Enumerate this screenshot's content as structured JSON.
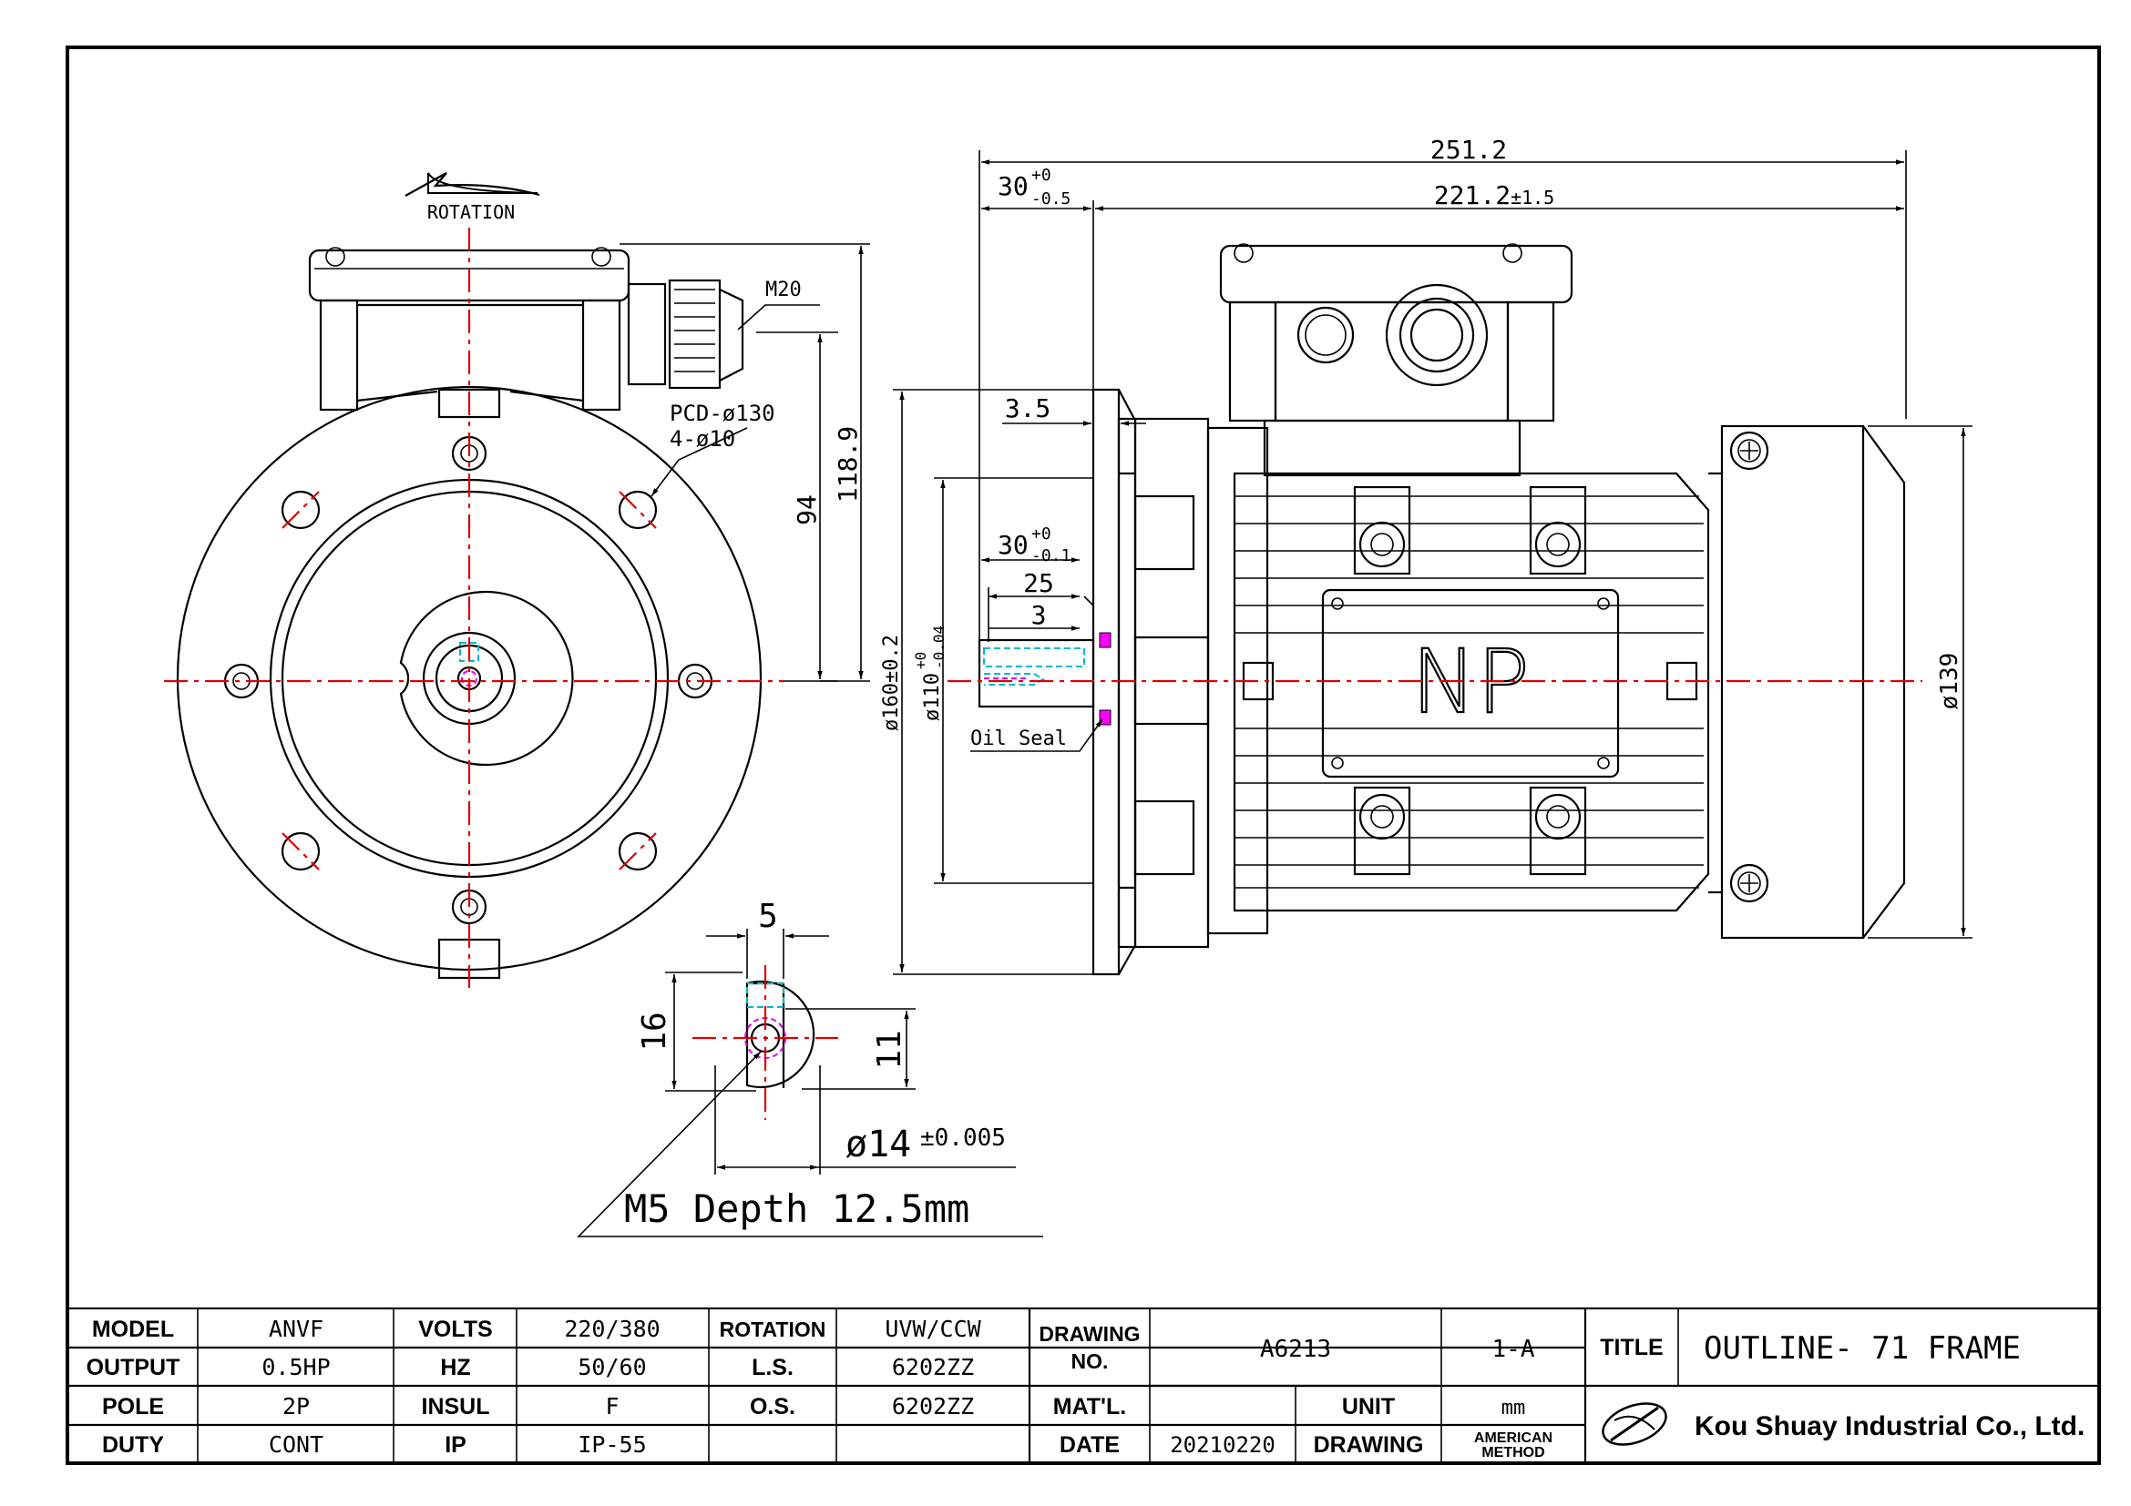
{
  "colors": {
    "outline": "#000000",
    "centerline": "#e00000",
    "hidden_cyan": "#00b8d0",
    "hidden_magenta": "#e000e0",
    "seal": "#ff00ff"
  },
  "front_view": {
    "rotation_label": "ROTATION",
    "cable_gland": "M20",
    "pcd": "PCD-ø130",
    "holes": "4-ø10",
    "dim_94": "94",
    "dim_118_9": "118.9"
  },
  "shaft_section": {
    "key_width": "5",
    "height": "16",
    "key_depth": "11",
    "dia": "ø14",
    "dia_tol": "±0.005",
    "thread": "M5 Depth 12.5mm"
  },
  "side_view": {
    "overall": "251.2",
    "body": "221.2",
    "body_tol": "±1.5",
    "shaft_len": "30",
    "shaft_tol_up": "+0",
    "shaft_tol_dn": "-0.5",
    "flange_t": "3.5",
    "spigot": "30",
    "spigot_tol_up": "+0",
    "spigot_tol_dn": "-0.1",
    "d25": "25",
    "d3": "3",
    "oil_seal": "Oil Seal",
    "flange_dia": "ø160±0.2",
    "spigot_dia": "ø110",
    "spigot_dia_up": "+0",
    "spigot_dia_dn": "-0.04",
    "frame_dia": "ø139",
    "nameplate": "NP"
  },
  "title_block": {
    "rows": [
      {
        "l1": "MODEL",
        "v1": "ANVF",
        "l2": "VOLTS",
        "v2": "220/380",
        "l3": "ROTATION",
        "v3": "UVW/CCW"
      },
      {
        "l1": "OUTPUT",
        "v1": "0.5HP",
        "l2": "HZ",
        "v2": "50/60",
        "l3": "L.S.",
        "v3": "6202ZZ"
      },
      {
        "l1": "POLE",
        "v1": "2P",
        "l2": "INSUL",
        "v2": "F",
        "l3": "O.S.",
        "v3": "6202ZZ"
      },
      {
        "l1": "DUTY",
        "v1": "CONT",
        "l2": "IP",
        "v2": "IP-55",
        "l3": "",
        "v3": ""
      }
    ],
    "drawing_no_label_1": "DRAWING",
    "drawing_no_label_2": "NO.",
    "drawing_no": "A6213",
    "revision": "1-A",
    "title_label": "TITLE",
    "title": "OUTLINE- 71 FRAME",
    "matl_label": "MAT'L.",
    "matl": "",
    "unit_label": "UNIT",
    "unit": "mm",
    "date_label": "DATE",
    "date": "20210220",
    "drawing_label": "DRAWING",
    "method_1": "AMERICAN",
    "method_2": "METHOD",
    "company": "Kou Shuay Industrial Co., Ltd."
  }
}
